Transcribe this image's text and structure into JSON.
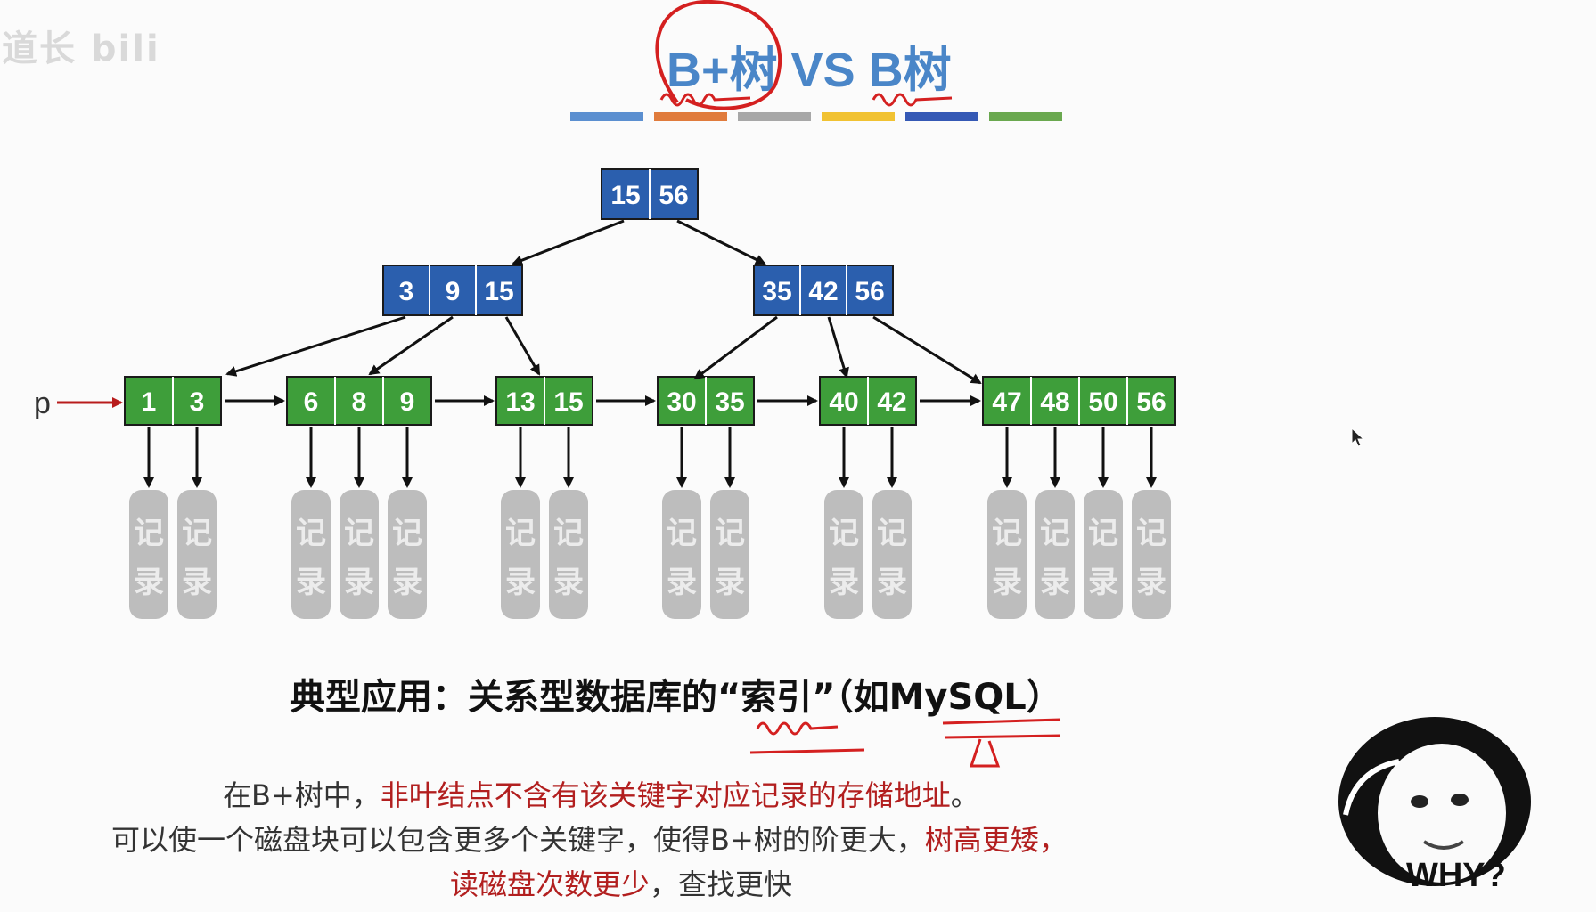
{
  "watermark": "道长 bili",
  "title": {
    "part1": "B+树",
    "part2": " VS ",
    "part3": "B树"
  },
  "color_bar": [
    "#5b8fd0",
    "#e07b3c",
    "#a7a7a7",
    "#f1c232",
    "#3559b5",
    "#6aa84f"
  ],
  "tree": {
    "root": [
      "15",
      "56"
    ],
    "internal": [
      {
        "keys": [
          "3",
          "9",
          "15"
        ]
      },
      {
        "keys": [
          "35",
          "42",
          "56"
        ]
      }
    ],
    "leaves": [
      {
        "keys": [
          "1",
          "3"
        ]
      },
      {
        "keys": [
          "6",
          "8",
          "9"
        ]
      },
      {
        "keys": [
          "13",
          "15"
        ]
      },
      {
        "keys": [
          "30",
          "35"
        ]
      },
      {
        "keys": [
          "40",
          "42"
        ]
      },
      {
        "keys": [
          "47",
          "48",
          "50",
          "56"
        ]
      }
    ],
    "pointer_label": "p",
    "record_label_top": "记",
    "record_label_bottom": "录"
  },
  "colors": {
    "internal_node": "#2b5fae",
    "leaf_node": "#3e9e3a",
    "record": "#bdbdbd",
    "arrow": "#111111",
    "pointer_arrow": "#b81c1c",
    "annotation": "#d42020"
  },
  "heading": "典型应用：关系型数据库的“索引”（如MySQL）",
  "body": {
    "line1_a": "在B+树中，",
    "line1_b": "非叶结点不含有该关键字对应记录的存储地址",
    "line1_c": "。",
    "line2_a": "可以使一个磁盘块可以包含更多个关键字，使得B+树的阶更大，",
    "line2_b": "树高更矮，",
    "line3_a": "读磁盘次数更少",
    "line3_b": "，查找更快"
  },
  "meme": {
    "caption": "WHY?"
  }
}
